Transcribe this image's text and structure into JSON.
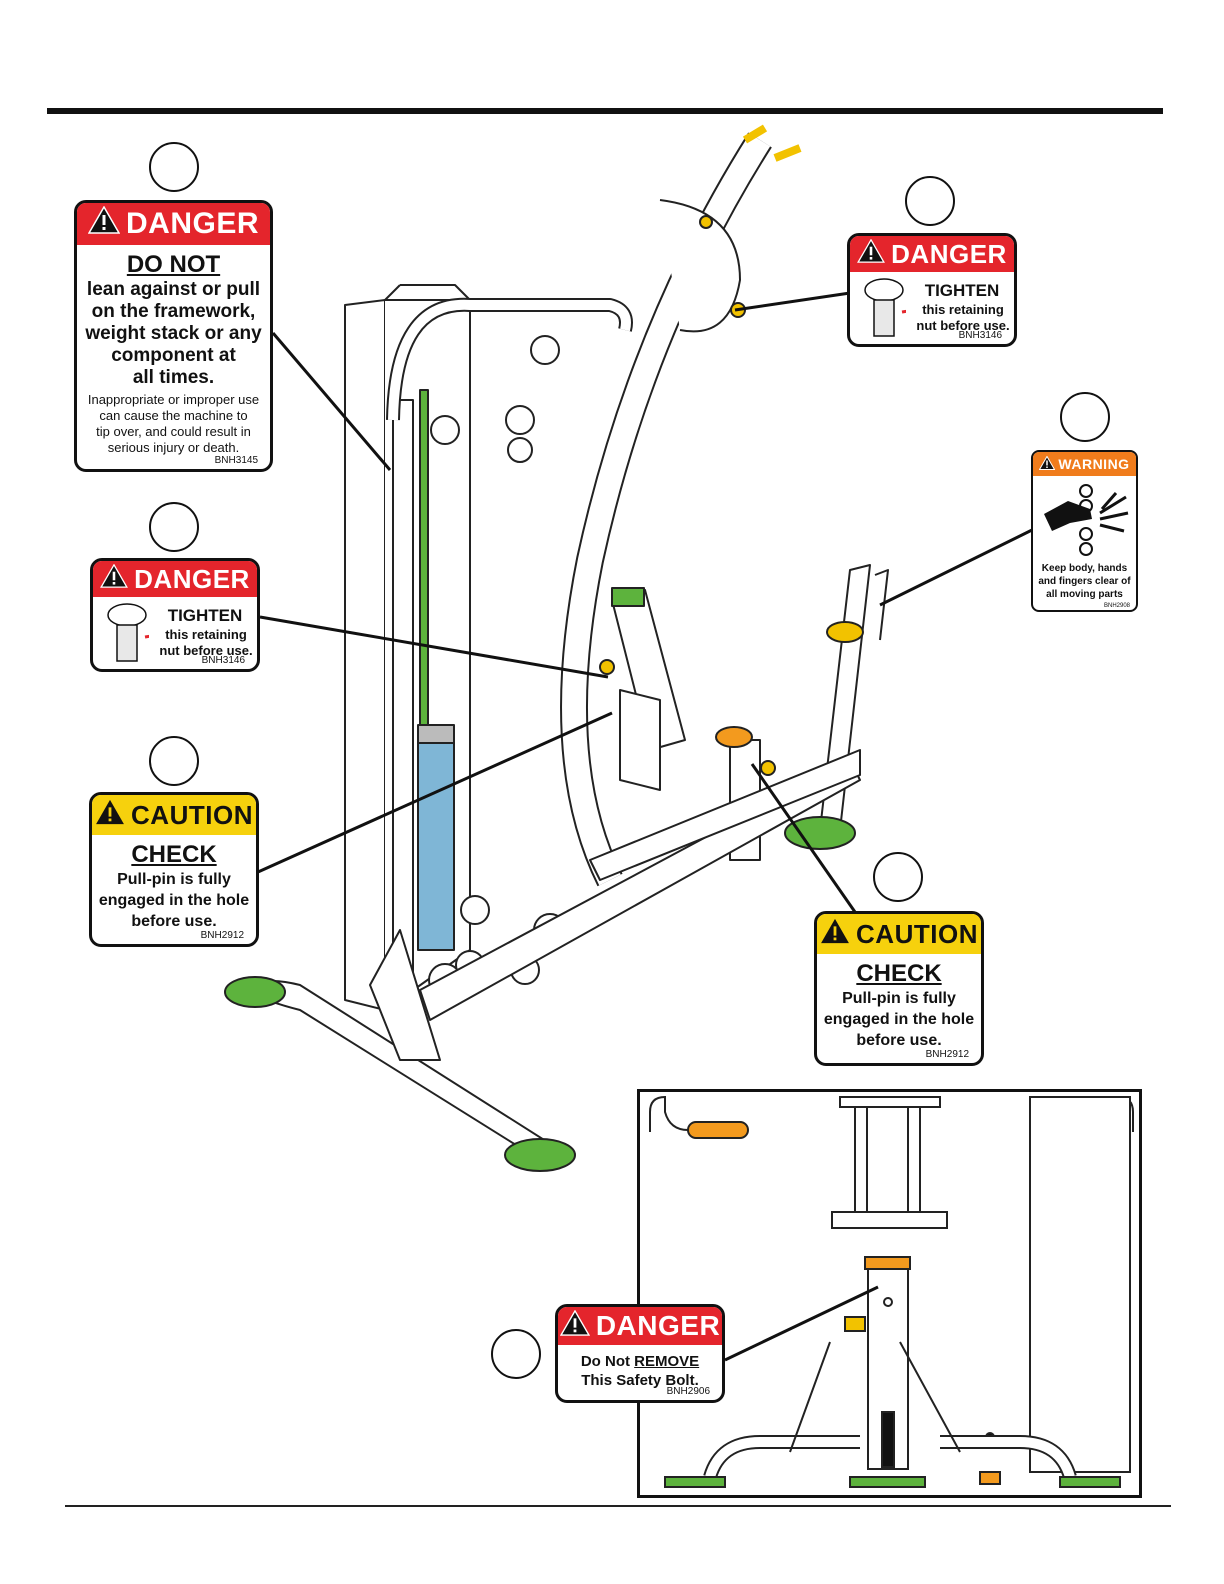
{
  "labels": {
    "l1": {
      "header": "DANGER",
      "title": "DO NOT",
      "line1": "lean against or pull",
      "line2": "on the framework,",
      "line3": "weight stack or any",
      "line4": "component at",
      "line5": "all times.",
      "small1": "Inappropriate or improper use",
      "small2": "can cause the machine to",
      "small3": "tip over, and could result in",
      "small4": "serious injury or death.",
      "code": "BNH3145"
    },
    "l2": {
      "header": "DANGER",
      "title": "TIGHTEN",
      "line1": "this retaining",
      "line2": "nut before use.",
      "code": "BNH3146"
    },
    "l3": {
      "header": "CAUTION",
      "title": "CHECK",
      "line1": "Pull-pin is fully",
      "line2": "engaged in the hole",
      "line3": "before use.",
      "code": "BNH2912"
    },
    "l4": {
      "header": "DANGER",
      "title": "TIGHTEN",
      "line1": "this retaining",
      "line2": "nut before use.",
      "code": "BNH3146"
    },
    "l5": {
      "header": "WARNING",
      "line1": "Keep body, hands",
      "line2": "and fingers clear of",
      "line3": "all moving parts",
      "code": "BNH2908"
    },
    "l6": {
      "header": "CAUTION",
      "title": "CHECK",
      "line1": "Pull-pin is fully",
      "line2": "engaged in the hole",
      "line3": "before use.",
      "code": "BNH2912"
    },
    "l7": {
      "header": "DANGER",
      "line1a": "Do Not ",
      "line1b": "REMOVE",
      "line2": "This Safety Bolt.",
      "code": "BNH2906"
    }
  },
  "colors": {
    "danger": "#e4252c",
    "caution": "#f6d10d",
    "warning": "#f07c1c",
    "accent_green": "#5db33d",
    "accent_blue": "#7fb6d6",
    "accent_yellow": "#f2c200",
    "accent_orange": "#f39a1e"
  }
}
